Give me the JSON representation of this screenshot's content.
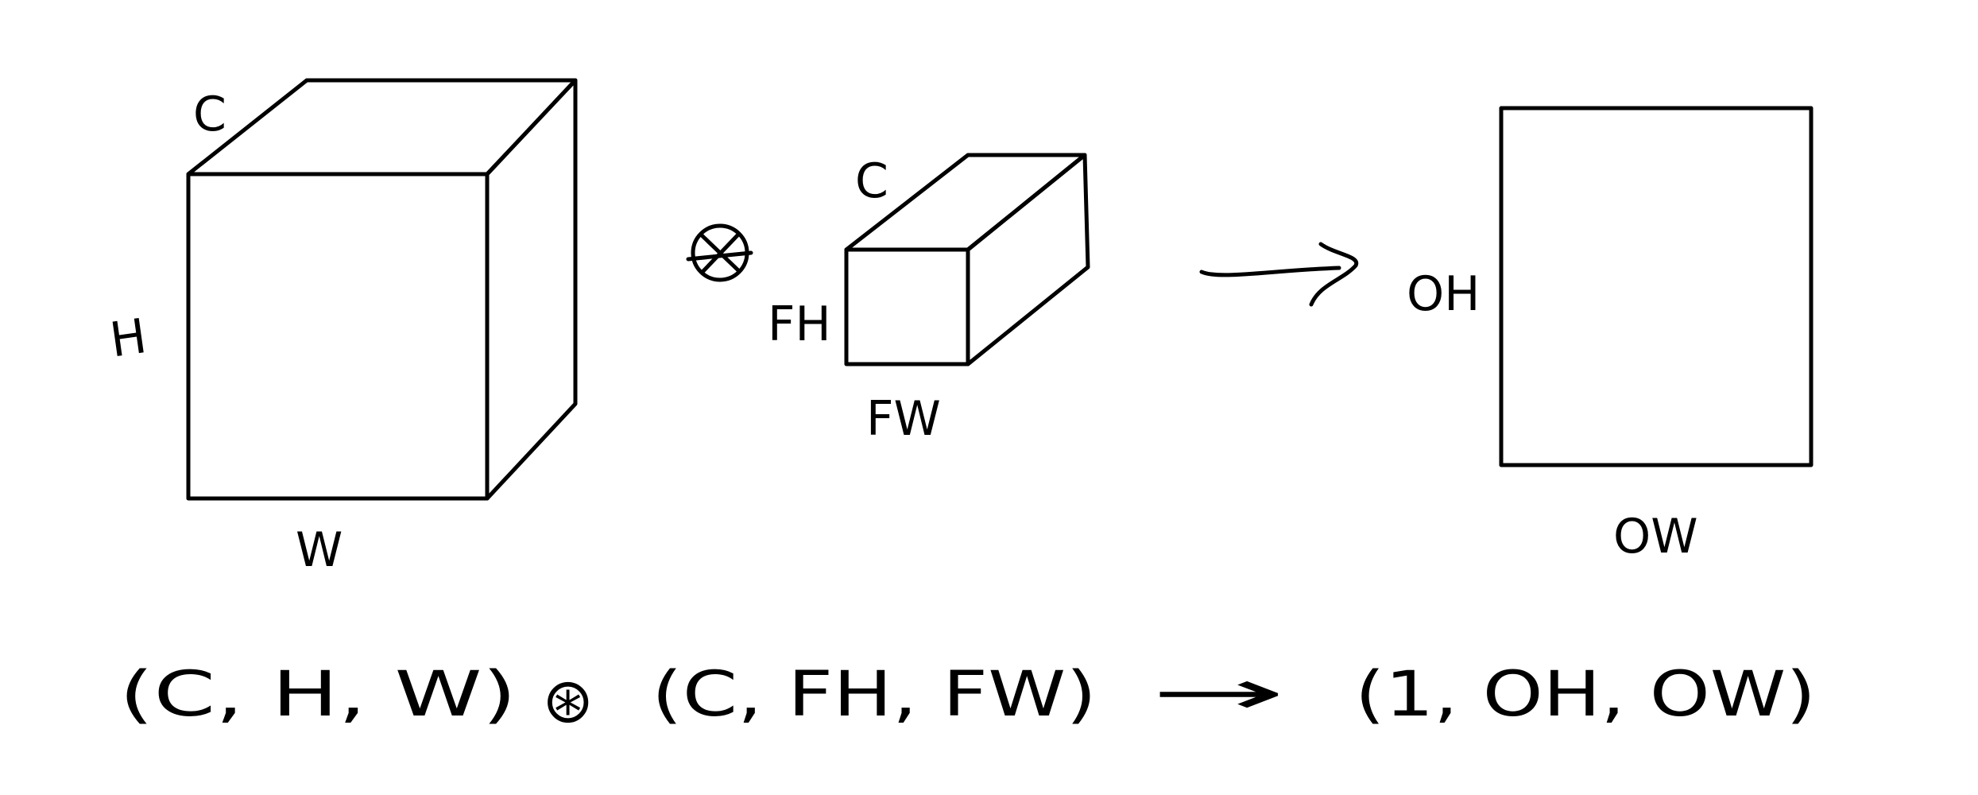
{
  "diagram": {
    "input": {
      "channel_label": "C",
      "height_label": "H",
      "width_label": "W"
    },
    "filter": {
      "channel_label": "C",
      "height_label": "FH",
      "width_label": "FW"
    },
    "output": {
      "height_label": "OH",
      "width_label": "OW"
    },
    "convolution_symbol": "⊛",
    "arrow_symbol": "→",
    "formula": {
      "input_shape": "(C, H, W)",
      "operator": "⊛",
      "filter_shape": "(C, FH, FW)",
      "arrow": "→",
      "output_shape": "(1, OH, OW)"
    },
    "colors": {
      "ink": "#000000",
      "background": "#ffffff"
    }
  }
}
